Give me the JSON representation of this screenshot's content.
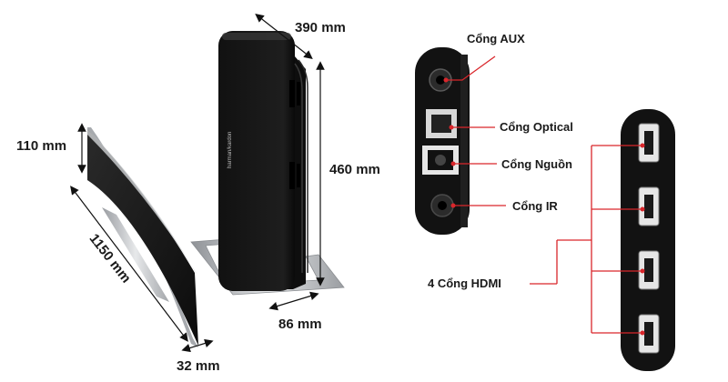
{
  "dimensions": {
    "width": "390 mm",
    "height": "460 mm",
    "depth_sub": "86 mm",
    "length": "1150 mm",
    "bar_height": "110 mm",
    "bar_depth": "32 mm"
  },
  "ports": {
    "aux": "Cổng AUX",
    "optical": "Cổng Optical",
    "power": "Cổng Nguồn",
    "ir": "Cổng IR",
    "hdmi": "4 Cổng HDMI"
  },
  "brand_mark": "harman/kardon",
  "colors": {
    "device": "#1c1c1c",
    "panel": "#121212",
    "callout": "#d9262b",
    "silver": "#b9bcc0"
  }
}
